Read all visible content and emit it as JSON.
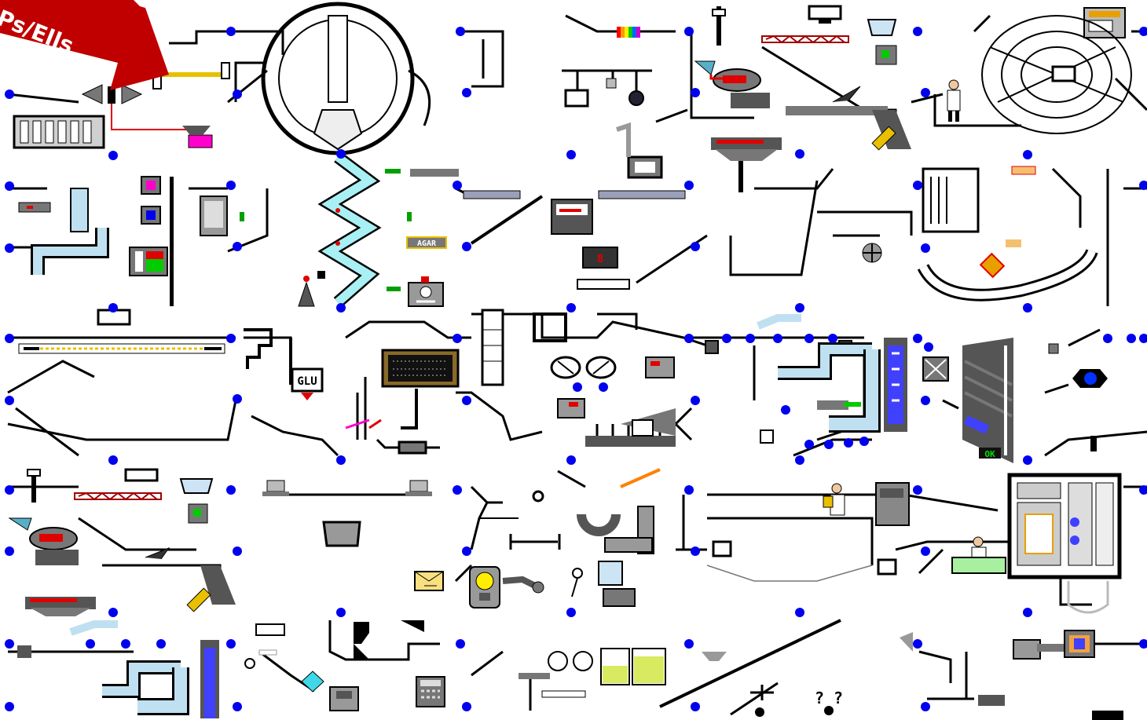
{
  "banner": {
    "text": "Ps/Ells",
    "color": "#c00000"
  },
  "labels": {
    "agar": "AGAR",
    "glu": "GLU",
    "counter": "8",
    "ok": "OK",
    "question": "? ?"
  },
  "colors": {
    "node": "#0000ee",
    "pipe": "#000000",
    "tube": "#bfe0f0",
    "coil": "#a8f0f4",
    "accent_red": "#e00000",
    "accent_yellow": "#e8c000",
    "accent_green": "#00a000",
    "gray": "#7a7a7a"
  },
  "icons": [
    "arrow-banner-icon",
    "valve-icon",
    "battery-rack-icon",
    "centrifuge-ring-icon",
    "zigzag-coil-icon",
    "microscope-icon",
    "monitor-icon",
    "hand-icon",
    "worker-icon",
    "scientist-icon",
    "skull-warning-icon",
    "screen-static-icon",
    "fan-icon",
    "lightbulb-icon",
    "document-icon",
    "flask-icon",
    "pipe-icon",
    "tank-icon",
    "gauge-icon"
  ]
}
